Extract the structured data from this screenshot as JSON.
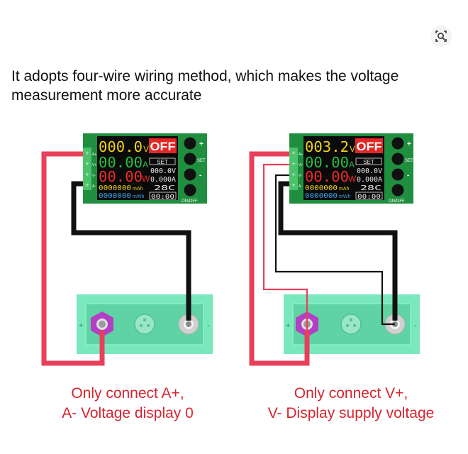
{
  "headline": "It adopts four-wire wiring method, which makes the voltage measurement more accurate",
  "panels": [
    {
      "meter": {
        "voltage": "000.0",
        "voltage_unit": "V",
        "current": "00.00",
        "current_unit": "A",
        "power": "00.00",
        "power_unit": "W",
        "capacity": "0000000",
        "capacity_unit": "mAh",
        "energy": "0000000",
        "energy_unit": "mWh",
        "state": "OFF",
        "set_label": "SET",
        "set_voltage": "000.0V",
        "set_current": "0.000A",
        "temperature": "28C",
        "timer": "00:00"
      },
      "terminals": [
        "A+",
        "V+",
        "V-",
        "A-"
      ],
      "buttons": [
        "+",
        "SET",
        "-",
        "ON/OFF"
      ],
      "source_polarity": [
        "+",
        "-"
      ],
      "caption": [
        "Only connect A+,",
        "A- Voltage display 0"
      ]
    },
    {
      "meter": {
        "voltage": "003.2",
        "voltage_unit": "V",
        "current": "00.00",
        "current_unit": "A",
        "power": "00.00",
        "power_unit": "W",
        "capacity": "0000000",
        "capacity_unit": "mAh",
        "energy": "0000000",
        "energy_unit": "mWh",
        "state": "OFF",
        "set_label": "SET",
        "set_voltage": "000.0V",
        "set_current": "0.000A",
        "temperature": "28C",
        "timer": "00:00"
      },
      "terminals": [
        "A+",
        "V+",
        "V-",
        "A-"
      ],
      "buttons": [
        "+",
        "SET",
        "-",
        "ON/OFF"
      ],
      "source_polarity": [
        "+",
        "-"
      ],
      "caption": [
        "Only connect V+,",
        "V- Display supply voltage"
      ]
    }
  ],
  "colors": {
    "pcb": "#1f8f3f",
    "screen": "#0a0a0a",
    "voltage_digits": "#f2d21a",
    "current_digits": "#28c040",
    "power_digits": "#f02a2a",
    "state_block": "#e32626",
    "red_wire": "#e8405a",
    "black_wire": "#111111",
    "source_plate": "#79e8bd",
    "positive_post": "#b23fc4",
    "caption_red": "#d8242f"
  }
}
